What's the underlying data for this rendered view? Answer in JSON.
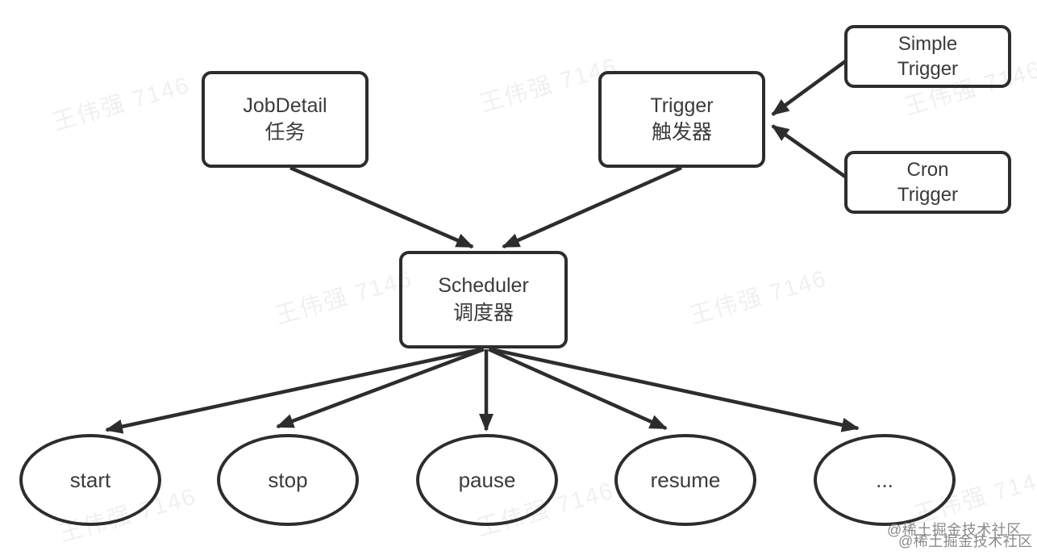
{
  "diagram": {
    "nodes": {
      "jobdetail": {
        "line1": "JobDetail",
        "line2": "任务"
      },
      "trigger": {
        "line1": "Trigger",
        "line2": "触发器"
      },
      "simple_trigger": {
        "line1": "Simple",
        "line2": "Trigger"
      },
      "cron_trigger": {
        "line1": "Cron",
        "line2": "Trigger"
      },
      "scheduler": {
        "line1": "Scheduler",
        "line2": "调度器"
      }
    },
    "scheduler_methods": [
      "start",
      "stop",
      "pause",
      "resume",
      "..."
    ],
    "edges": [
      "JobDetail → Scheduler",
      "Trigger → Scheduler",
      "Simple Trigger → Trigger",
      "Cron Trigger → Trigger",
      "Scheduler → start",
      "Scheduler → stop",
      "Scheduler → pause",
      "Scheduler → resume",
      "Scheduler → ..."
    ],
    "colors": {
      "stroke": "#2d2d2d",
      "text": "#3b3b3b",
      "background": "#ffffff"
    }
  },
  "watermarks": {
    "author": "王伟强 7146",
    "credit_line1": "@稀土掘金技术社区",
    "credit_line2": "@稀土掘金技术社区"
  }
}
